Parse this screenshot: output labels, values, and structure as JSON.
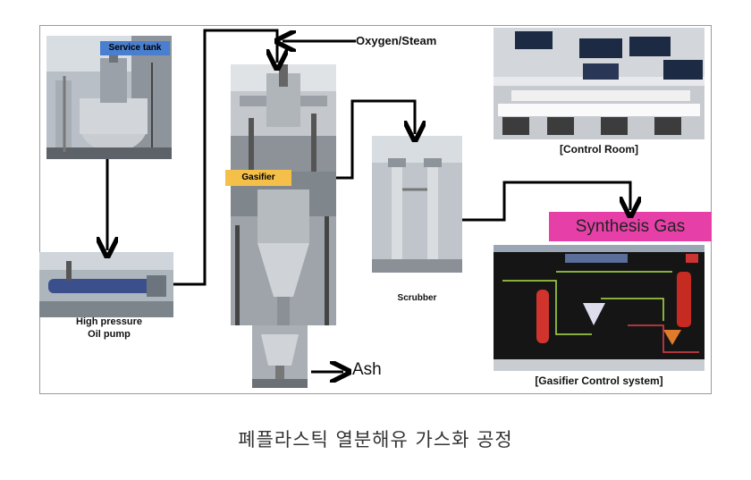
{
  "labels": {
    "service_tank": "Service tank",
    "oil_pump_line1": "High pressure",
    "oil_pump_line2": "Oil  pump",
    "oxygen_steam": "Oxygen/Steam",
    "gasifier": "Gasifier",
    "scrubber": "Scrubber",
    "ash": "Ash",
    "synthesis_gas": "Synthesis Gas",
    "control_room": "[Control Room]",
    "gasifier_control": "[Gasifier  Control  system]"
  },
  "caption": "폐플라스틱 열분해유 가스화 공정",
  "colors": {
    "service_tank_tag": "#4a7fd0",
    "gasifier_tag": "#f5c04a",
    "synthesis_gas_tag": "#e640a8",
    "flow_line": "#000000"
  }
}
